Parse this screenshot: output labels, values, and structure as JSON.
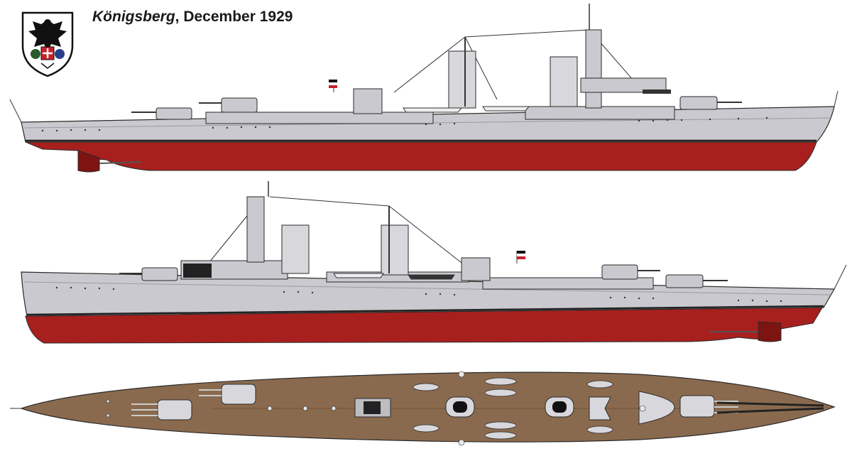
{
  "header": {
    "ship_name": "Königsberg",
    "date": ", December 1929"
  },
  "crest": {
    "icon": "coat-of-arms-eagle-icon"
  },
  "colors": {
    "hull_grey": "#c9c9cf",
    "hull_dark": "#9a9aa2",
    "boot_red": "#a8201e",
    "boot_red_dark": "#7d1412",
    "deck_brown": "#8a6a4e",
    "deck_dark": "#6e523a",
    "outline": "#2a2a2a",
    "funnel": "#d8d8dc"
  },
  "views": [
    {
      "name": "starboard-profile"
    },
    {
      "name": "port-profile"
    },
    {
      "name": "deck-plan"
    }
  ]
}
